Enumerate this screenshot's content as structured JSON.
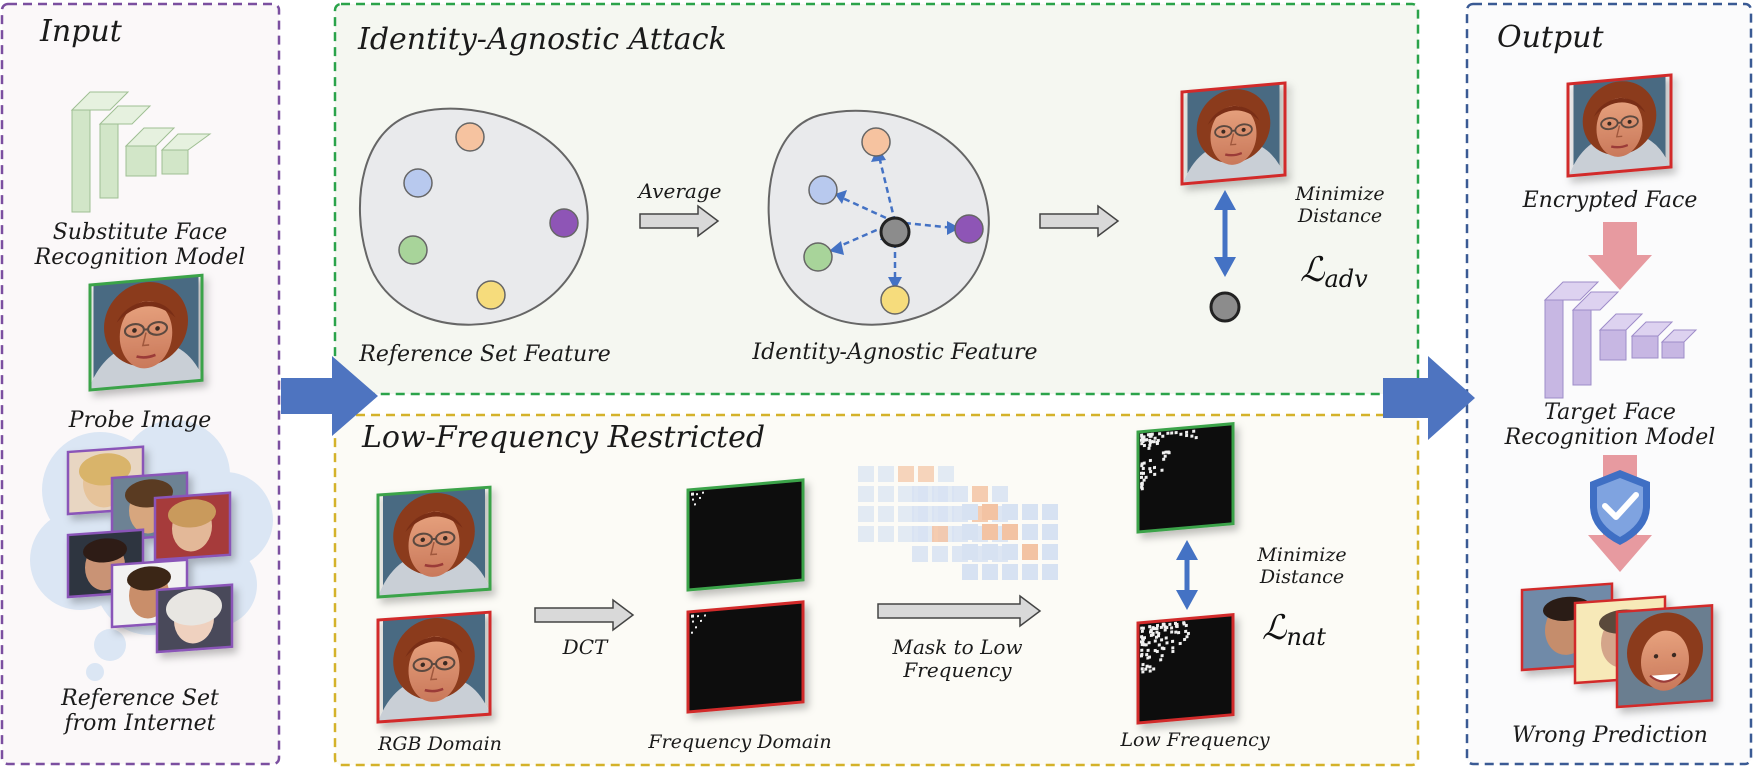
{
  "panels": {
    "input": {
      "title": "Input",
      "substitute_model": "Substitute Face Recognition Model",
      "substitute_model_l1": "Substitute Face",
      "substitute_model_l2": "Recognition Model",
      "probe_image": "Probe Image",
      "reference_set_l1": "Reference Set",
      "reference_set_l2": "from Internet"
    },
    "attack": {
      "title": "Identity-Agnostic Attack",
      "average": "Average",
      "reference_feature": "Reference Set Feature",
      "agnostic_feature": "Identity-Agnostic Feature",
      "minimize_l1": "Minimize",
      "minimize_l2": "Distance",
      "loss_base": "ℒ",
      "loss_sub": "adv"
    },
    "lowfreq": {
      "title": "Low-Frequency Restricted",
      "dct": "DCT",
      "mask_l1": "Mask to Low",
      "mask_l2": "Frequency",
      "rgb_domain": "RGB Domain",
      "freq_domain": "Frequency Domain",
      "low_freq": "Low Frequency",
      "minimize_l1": "Minimize",
      "minimize_l2": "Distance",
      "loss_base": "ℒ",
      "loss_sub": "nat"
    },
    "output": {
      "title": "Output",
      "encrypted_face": "Encrypted Face",
      "target_l1": "Target Face",
      "target_l2": "Recognition Model",
      "wrong_prediction": "Wrong Prediction"
    }
  },
  "colors": {
    "input_border": "#7b4fa0",
    "attack_border": "#2aa34a",
    "lowfreq_border": "#d4b22a",
    "output_border": "#3a5a94",
    "flow_arrow": "#4e74c0",
    "double_arrow": "#4472c4",
    "dot_orange": "#f6c3a0",
    "dot_blue": "#b8c9ee",
    "dot_purple": "#8e55b6",
    "dot_green": "#a8d49a",
    "dot_yellow": "#f6dc7c",
    "dot_center": "#8c8c8c",
    "substitute_model": "#d2e6c8",
    "target_model": "#c7b7e3",
    "down_arrow": "#e79aa0",
    "shield": "#3f6fc4"
  },
  "icons": {
    "shield": "shield-check-icon",
    "faces": "face-photo-icon"
  }
}
